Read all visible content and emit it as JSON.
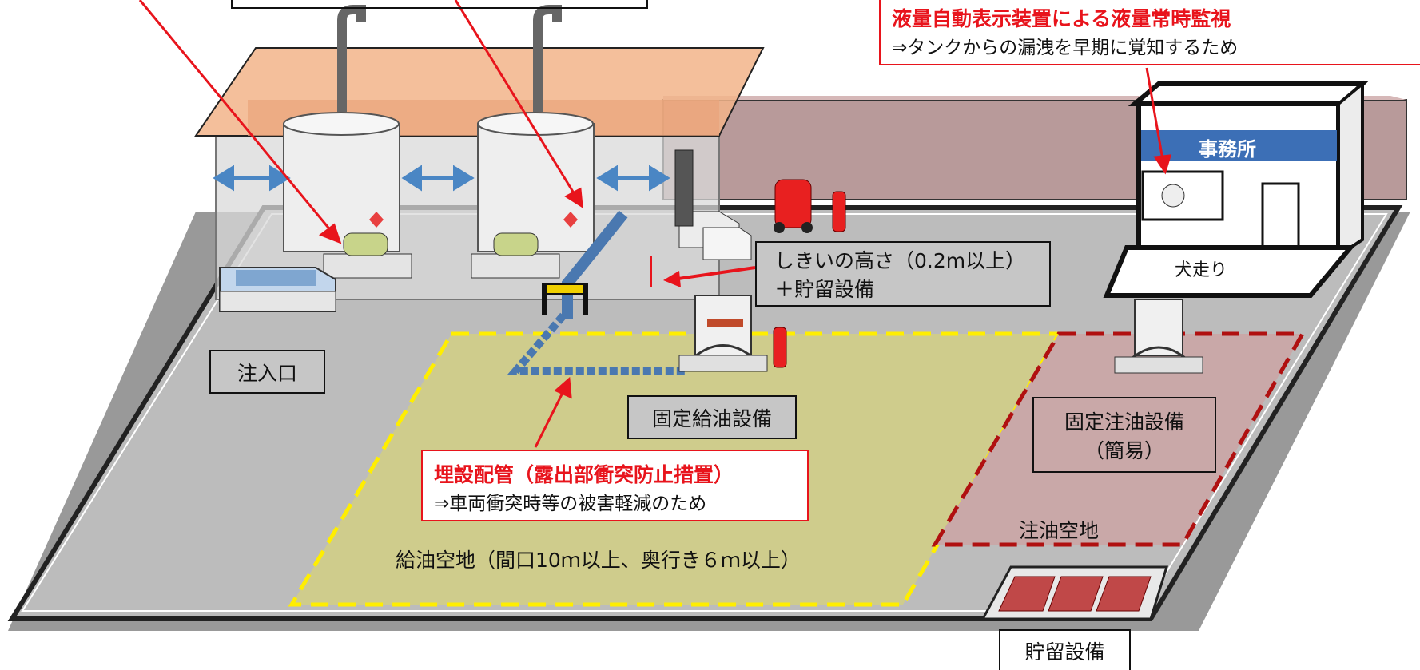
{
  "callouts": {
    "level_monitor": {
      "title": "液量自動表示装置による液量常時監視",
      "detail": "⇒タンクからの漏洩を早期に覚知するため"
    },
    "buried_piping": {
      "title": "埋設配管（露出部衝突防止措置）",
      "detail": "⇒車両衝突時等の被害軽減のため"
    }
  },
  "labels": {
    "threshold_line1": "しきいの高さ（0.2m以上）",
    "threshold_line2": "＋貯留設備",
    "inlet": "注入口",
    "fixed_dispenser": "固定給油設備",
    "fixed_filler_line1": "固定注油設備",
    "fixed_filler_line2": "（簡易）",
    "filling_space": "注油空地",
    "refuel_space": "給油空地（間口10ｍ以上、奥行き６ｍ以上）",
    "storage": "貯留設備",
    "office_sign": "事務所",
    "canopy": "犬走り"
  },
  "colors": {
    "accent_red": "#e8141c",
    "yellow_zone": "#cfcc8c",
    "maroon_zone": "#c9a8a8",
    "ground": "#bcbcbc",
    "office_blue": "#3c6fb6"
  }
}
